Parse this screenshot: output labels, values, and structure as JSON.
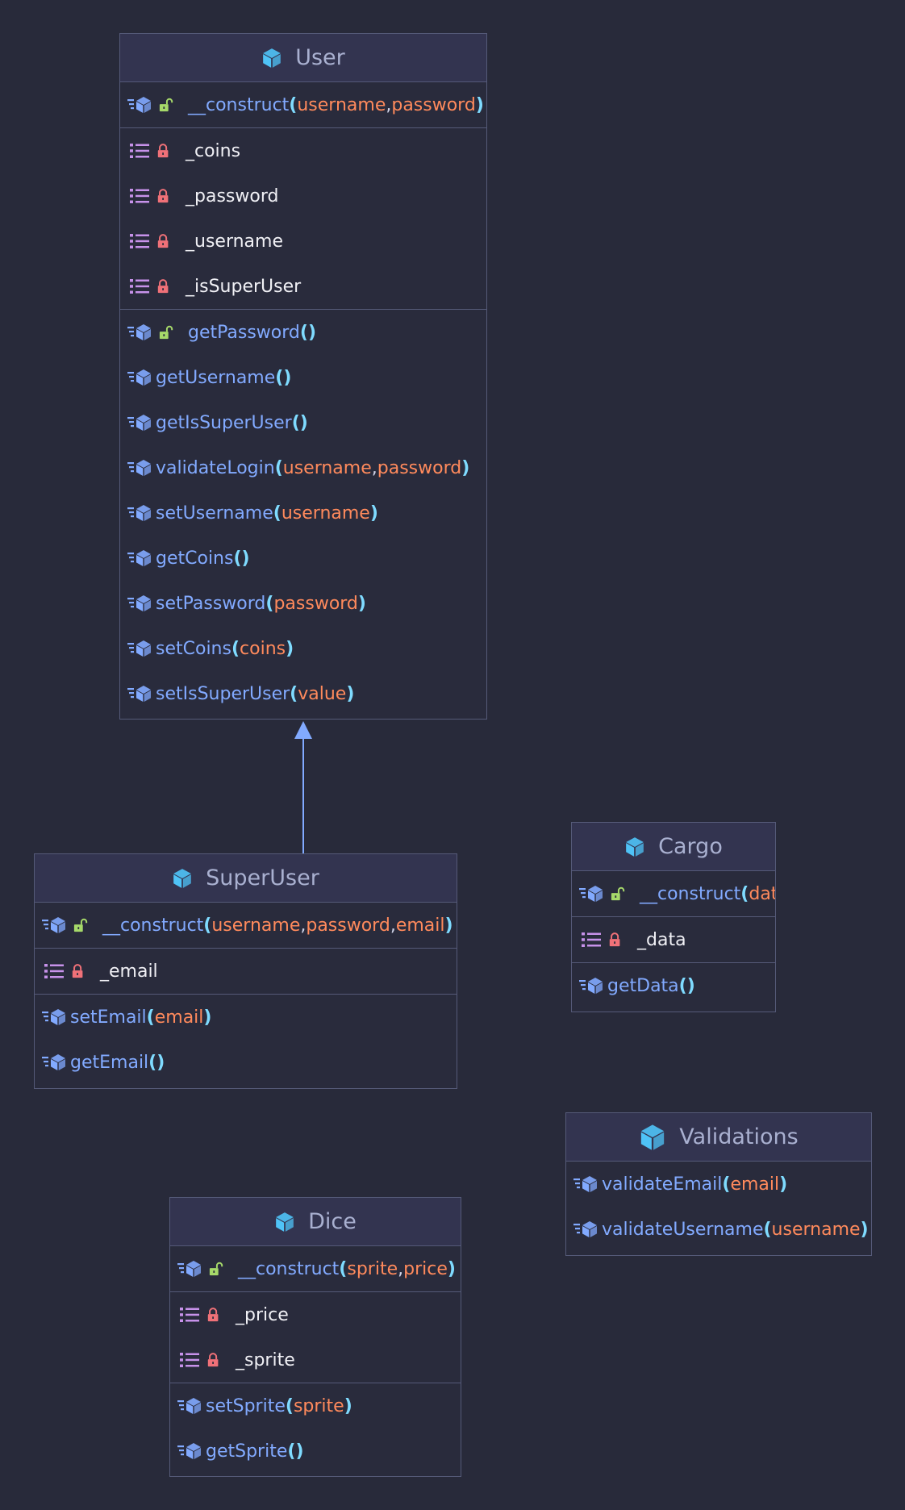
{
  "colors": {
    "background": "#282a3a",
    "box_border": "#555a78",
    "header_bg": "#333450",
    "class_name": "#a9b0d0",
    "method_name": "#82aaff",
    "field_name": "#f0f0f5",
    "parameter": "#ff8a5c",
    "paren": "#7fdbff",
    "private_lock": "#f07178",
    "public_lock": "#a6d96a",
    "class_icon": "#4fc3f7",
    "field_icon": "#c792ea",
    "arrow": "#82aaff"
  },
  "icons": {
    "class": "cube-icon",
    "method": "method-icon",
    "field": "field-list-icon",
    "private": "lock-icon",
    "public": "unlock-icon"
  },
  "classes": {
    "user": {
      "name": "User",
      "constructor": {
        "name": "__construct",
        "params": [
          "username",
          "password"
        ]
      },
      "fields": [
        "_coins",
        "_password",
        "_username",
        "_isSuperUser"
      ],
      "methods": [
        {
          "name": "getPassword",
          "params": []
        },
        {
          "name": "getUsername",
          "params": []
        },
        {
          "name": "getIsSuperUser",
          "params": []
        },
        {
          "name": "validateLogin",
          "params": [
            "username",
            "password"
          ]
        },
        {
          "name": "setUsername",
          "params": [
            "username"
          ]
        },
        {
          "name": "getCoins",
          "params": []
        },
        {
          "name": "setPassword",
          "params": [
            "password"
          ]
        },
        {
          "name": "setCoins",
          "params": [
            "coins"
          ]
        },
        {
          "name": "setIsSuperUser",
          "params": [
            "value"
          ]
        }
      ]
    },
    "superuser": {
      "name": "SuperUser",
      "constructor": {
        "name": "__construct",
        "params": [
          "username",
          "password",
          "email"
        ]
      },
      "fields": [
        "_email"
      ],
      "methods": [
        {
          "name": "setEmail",
          "params": [
            "email"
          ]
        },
        {
          "name": "getEmail",
          "params": []
        }
      ]
    },
    "cargo": {
      "name": "Cargo",
      "constructor": {
        "name": "__construct",
        "params": [
          "data"
        ]
      },
      "fields": [
        "_data"
      ],
      "methods": [
        {
          "name": "getData",
          "params": []
        }
      ]
    },
    "validations": {
      "name": "Validations",
      "methods": [
        {
          "name": "validateEmail",
          "params": [
            "email"
          ]
        },
        {
          "name": "validateUsername",
          "params": [
            "username"
          ]
        }
      ]
    },
    "dice": {
      "name": "Dice",
      "constructor": {
        "name": "__construct",
        "params": [
          "sprite",
          "price"
        ]
      },
      "fields": [
        "_price",
        "_sprite"
      ],
      "methods": [
        {
          "name": "setSprite",
          "params": [
            "sprite"
          ]
        },
        {
          "name": "getSprite",
          "params": []
        }
      ]
    }
  },
  "punctuation": {
    "open": "(",
    "close": ")",
    "comma": ", "
  }
}
